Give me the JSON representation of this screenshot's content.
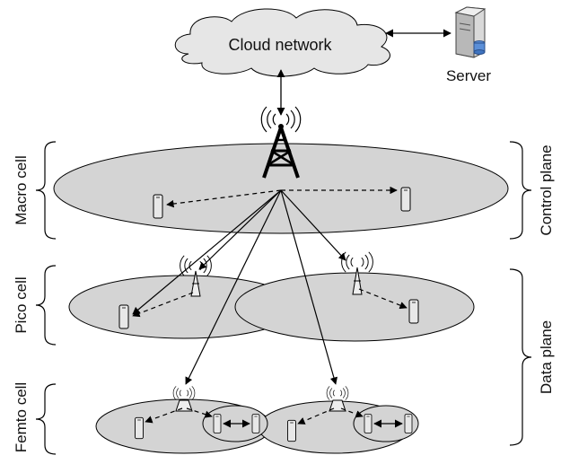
{
  "cloud": {
    "label": "Cloud network"
  },
  "server": {
    "label": "Server",
    "icon": "server-icon"
  },
  "layers": {
    "macro": "Macro cell",
    "pico": "Pico cell",
    "femto": "Femto cell"
  },
  "planes": {
    "control": "Control plane",
    "data": "Data plane"
  },
  "colors": {
    "cell_fill": "#d4d4d4",
    "cloud_fill": "#e6e6e6",
    "stroke": "#000000"
  }
}
